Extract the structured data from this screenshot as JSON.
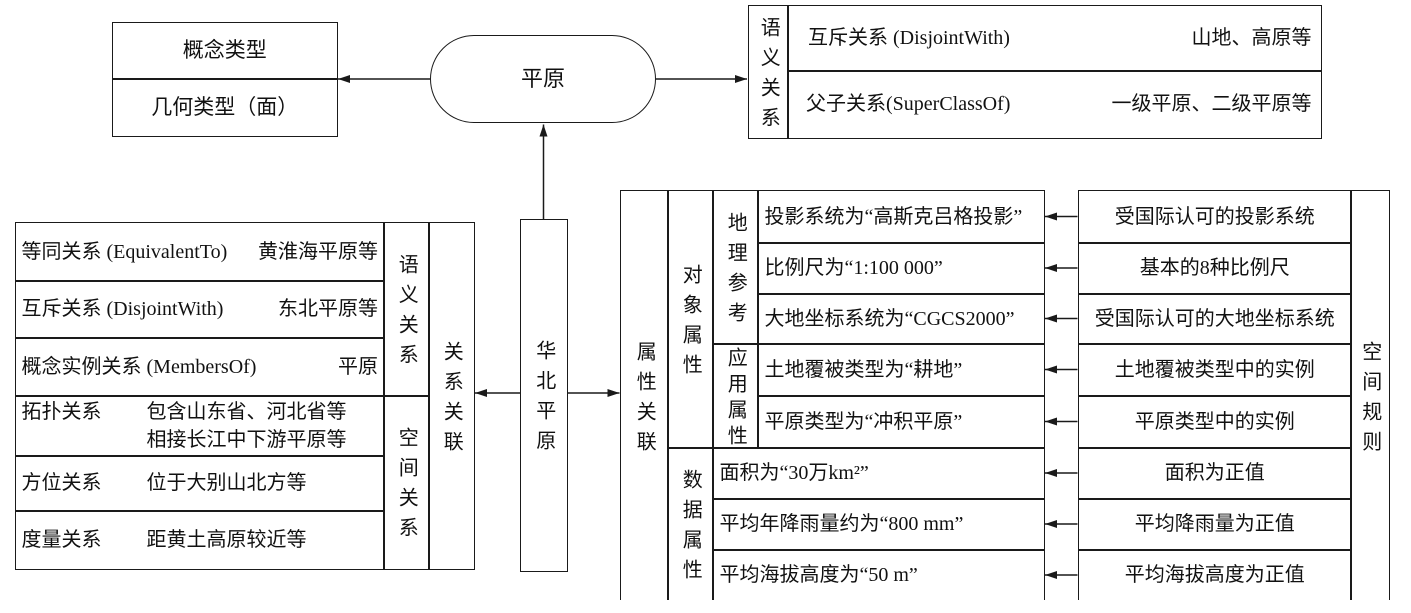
{
  "class_node": {
    "label": "平原"
  },
  "concept_box": {
    "concept_type": "概念类型",
    "geometry_type": "几何类型（面）"
  },
  "class_semantic_relations": {
    "label": "语义关系",
    "rows": [
      {
        "relation": "互斥关系 (DisjointWith)",
        "value": "山地、高原等"
      },
      {
        "relation": "父子关系(SuperClassOf)",
        "value": "一级平原、二级平原等"
      }
    ]
  },
  "instance_node": {
    "label": "华北平原"
  },
  "relation_association": {
    "label": "关系关联",
    "semantic": {
      "label": "语义关系",
      "rows": [
        {
          "relation": "等同关系 (EquivalentTo)",
          "value": "黄淮海平原等"
        },
        {
          "relation": "互斥关系 (DisjointWith)",
          "value": "东北平原等"
        },
        {
          "relation": "概念实例关系 (MembersOf)",
          "value": "平原"
        }
      ]
    },
    "spatial": {
      "label": "空间关系",
      "rows": [
        {
          "relation": "拓扑关系",
          "values": [
            "包含山东省、河北省等",
            "相接长江中下游平原等"
          ]
        },
        {
          "relation": "方位关系",
          "values": [
            "位于大别山北方等"
          ]
        },
        {
          "relation": "度量关系",
          "values": [
            "距黄土高原较近等"
          ]
        }
      ]
    }
  },
  "attribute_association": {
    "label": "属性关联",
    "object_attributes": {
      "label": "对象属性",
      "geo_reference": {
        "label": "地理参考",
        "items": [
          "投影系统为“高斯克吕格投影”",
          "比例尺为“1:100 000”",
          "大地坐标系统为“CGCS2000”"
        ]
      },
      "application_attributes": {
        "label": "应用属性",
        "items": [
          "土地覆被类型为“耕地”",
          "平原类型为“冲积平原”"
        ]
      }
    },
    "data_attributes": {
      "label": "数据属性",
      "items": [
        "面积为“30万km²”",
        "平均年降雨量约为“800 mm”",
        "平均海拔高度为“50 m”"
      ]
    }
  },
  "spatial_rules": {
    "label": "空间规则",
    "items": [
      "受国际认可的投影系统",
      "基本的8种比例尺",
      "受国际认可的大地坐标系统",
      "土地覆被类型中的实例",
      "平原类型中的实例",
      "面积为正值",
      "平均降雨量为正值",
      "平均海拔高度为正值"
    ]
  }
}
